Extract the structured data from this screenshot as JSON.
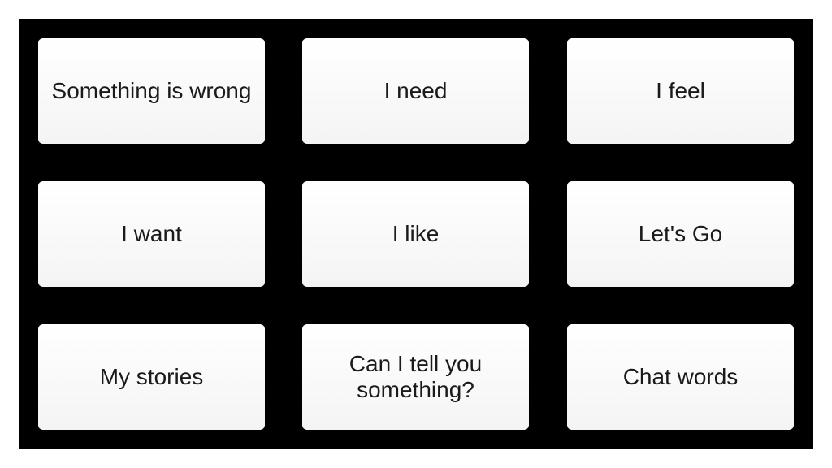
{
  "board": {
    "background": "#000000",
    "tiles": [
      {
        "label": "Something is wrong"
      },
      {
        "label": "I need"
      },
      {
        "label": "I feel"
      },
      {
        "label": "I want"
      },
      {
        "label": "I like"
      },
      {
        "label": "Let's Go"
      },
      {
        "label": "My stories"
      },
      {
        "label": "Can I tell you something?"
      },
      {
        "label": "Chat words"
      }
    ]
  }
}
